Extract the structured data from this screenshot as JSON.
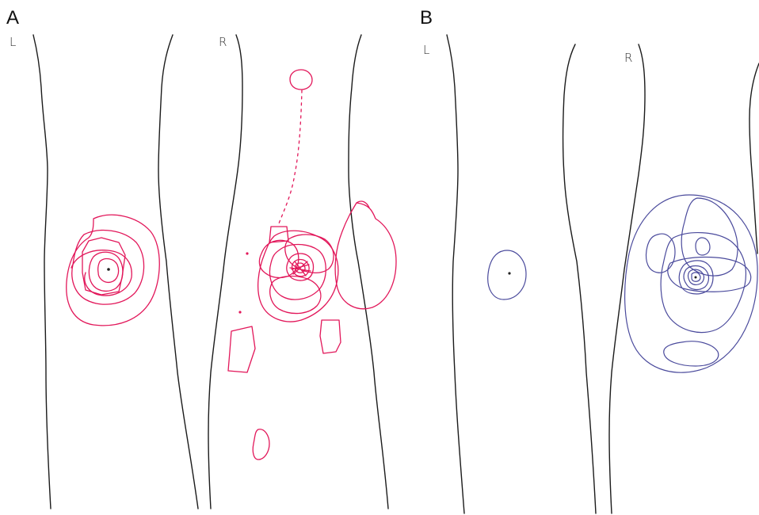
{
  "panels": [
    {
      "letter": "A",
      "left_label": "L",
      "right_label": "R",
      "drawing_color": "#e2175a"
    },
    {
      "letter": "B",
      "left_label": "L",
      "right_label": "R",
      "drawing_color": "#4a4a9c"
    }
  ],
  "outline_color": "#1b1b1b"
}
